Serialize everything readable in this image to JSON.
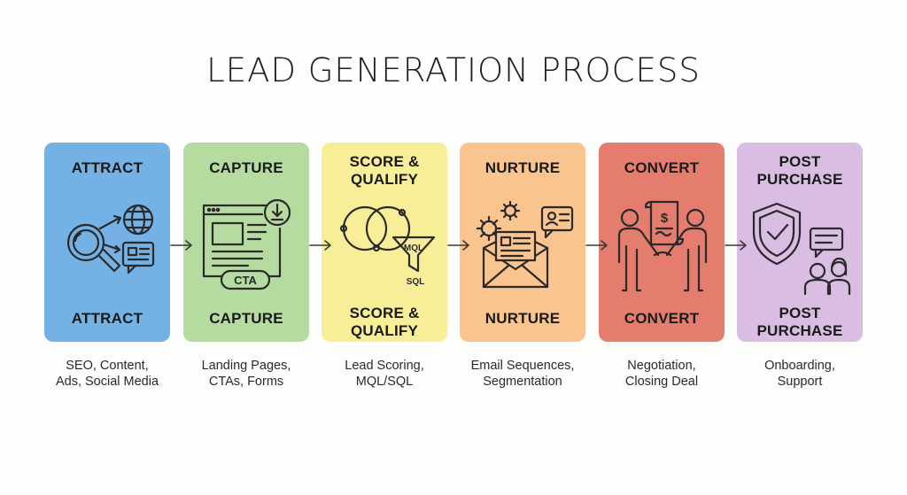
{
  "title": "LEAD GENERATION PROCESS",
  "stages": [
    {
      "label_lines": [
        "ATTRACT"
      ],
      "desc_lines": [
        "SEO, Content,",
        "Ads, Social Media"
      ],
      "color": "#74b2e6",
      "icon": "magnifier-globe-ad-icon"
    },
    {
      "label_lines": [
        "CAPTURE"
      ],
      "desc_lines": [
        "Landing Pages,",
        "CTAs, Forms"
      ],
      "color": "#b6dba1",
      "icon": "landing-page-cta-icon",
      "cta_text": "CTA"
    },
    {
      "label_lines": [
        "SCORE &",
        "QUALIFY"
      ],
      "desc_lines": [
        "Lead Scoring,",
        "MQL/SQL"
      ],
      "color": "#f7ee97",
      "icon": "venn-funnel-icon",
      "funnel_top": "MQL",
      "funnel_bottom": "SQL"
    },
    {
      "label_lines": [
        "NURTURE"
      ],
      "desc_lines": [
        "Email Sequences,",
        "Segmentation"
      ],
      "color": "#f9c48d",
      "icon": "email-gears-icon"
    },
    {
      "label_lines": [
        "CONVERT"
      ],
      "desc_lines": [
        "Negotiation,",
        "Closing Deal"
      ],
      "color": "#e57d6e",
      "icon": "handshake-contract-icon",
      "currency": "$"
    },
    {
      "label_lines": [
        "POST",
        "PURCHASE"
      ],
      "desc_lines": [
        "Onboarding,",
        "Support"
      ],
      "color": "#d9bde2",
      "icon": "shield-support-icon"
    }
  ]
}
